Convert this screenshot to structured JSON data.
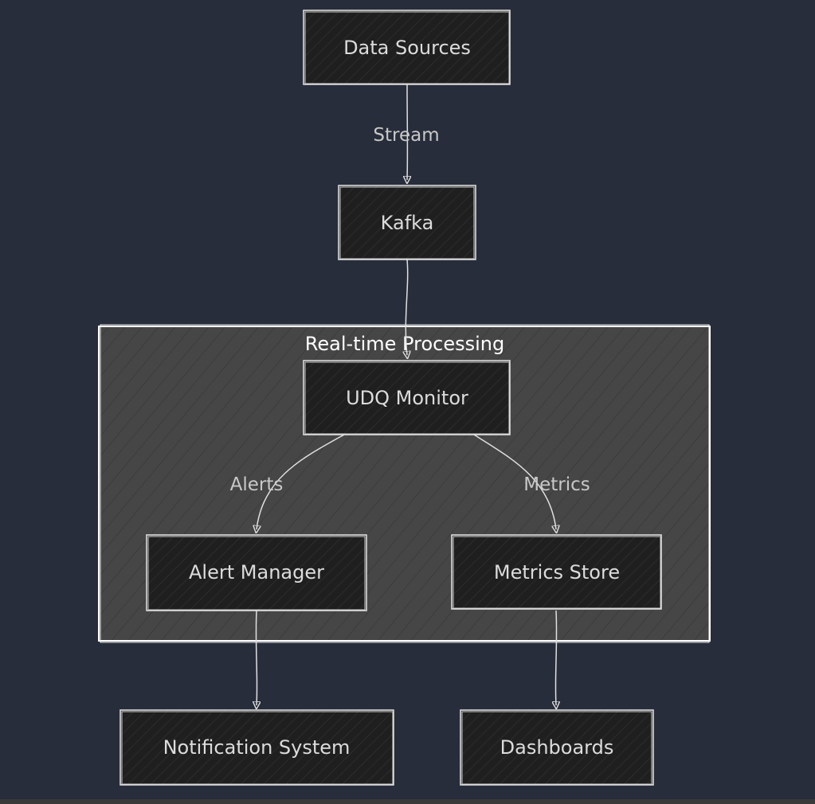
{
  "diagram": {
    "group": {
      "label": "Real-time Processing",
      "fill": "#464646",
      "stroke": "#ffffff"
    },
    "nodes": {
      "data_sources": "Data Sources",
      "kafka": "Kafka",
      "udq_monitor": "UDQ Monitor",
      "alert_manager": "Alert Manager",
      "metrics_store": "Metrics Store",
      "notification_system": "Notification System",
      "dashboards": "Dashboards"
    },
    "edges": {
      "stream": "Stream",
      "alerts": "Alerts",
      "metrics": "Metrics"
    },
    "colors": {
      "background": "#282d3b",
      "node_fill": "#1f1f1f",
      "node_stroke": "#e6e6e6",
      "edge_stroke": "#e0e0e0",
      "text": "#dcdcdc"
    }
  }
}
